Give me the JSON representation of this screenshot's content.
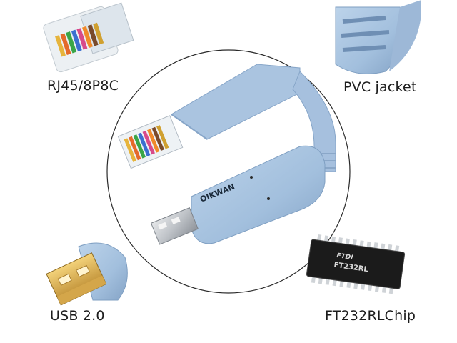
{
  "captions": {
    "rj45": "RJ45/8P8C",
    "pvc": "PVC jacket",
    "usb": "USB 2.0",
    "chip": "FT232RLChip"
  },
  "brand": "OIKWAN",
  "chip_marking": {
    "logo": "FTDI",
    "part": "FT232RL"
  },
  "colors": {
    "cable_blue": "#a9c4e0",
    "cable_shadow": "#7f9fc2",
    "usb_metal": "#c9ccd0",
    "chip_black": "#1b1b1b",
    "text": "#1c1c1c"
  }
}
